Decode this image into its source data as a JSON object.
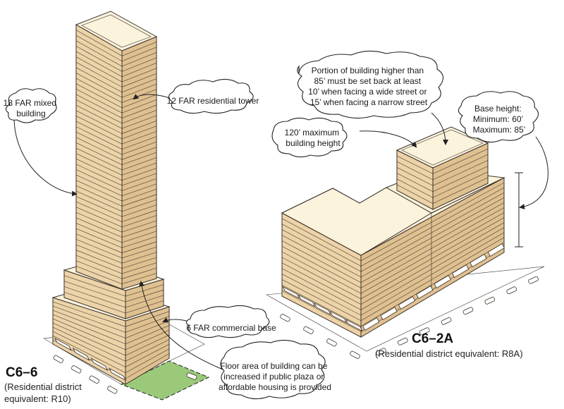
{
  "colors": {
    "facade_light": "#ecd3a8",
    "facade_mid": "#dfc090",
    "roof": "#fbf3dc",
    "plaza": "#9bc97a",
    "outline": "#3a3028"
  },
  "callouts": {
    "mixed_building": [
      "18 FAR mixed",
      "building"
    ],
    "residential_tower": [
      "12 FAR residential tower"
    ],
    "commercial_base": [
      "6 FAR commercial base"
    ],
    "floor_area_bonus": [
      "Floor area of building can be",
      "increased if public plaza or",
      "affordable housing is provided"
    ],
    "setback_rule": [
      "Portion of building higher than",
      "85’ must be set back at least",
      "10’ when facing a wide street or",
      "15’ when facing a narrow street"
    ],
    "max_height": [
      "120’ maximum",
      "building height"
    ],
    "base_height": [
      "Base height:",
      "Minimum: 60’",
      "Maximum: 85’"
    ]
  },
  "districts": {
    "left": {
      "code": "C6–6",
      "equivalent": [
        "(Residential district",
        "equivalent: R10)"
      ]
    },
    "right": {
      "code": "C6–2A",
      "equivalent": [
        "(Residential district equivalent: R8A)"
      ]
    }
  }
}
